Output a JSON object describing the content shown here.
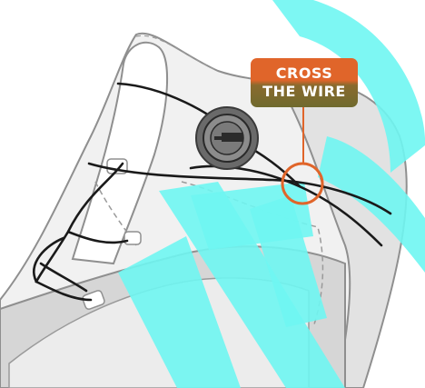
{
  "callout": {
    "line1": "CROSS",
    "line2": "THE WIRE"
  },
  "colors": {
    "accent_orange": "#e0652a",
    "callout_bottom": "#6f6a2e",
    "watermark_cyan": "#6ff6f2",
    "wire": "#1a1a1a",
    "boot_fill": "#f1f1f1",
    "boot_outline": "#8f8f8f"
  },
  "icons": {
    "dial": "boa-dial-icon",
    "highlight": "highlight-circle"
  }
}
